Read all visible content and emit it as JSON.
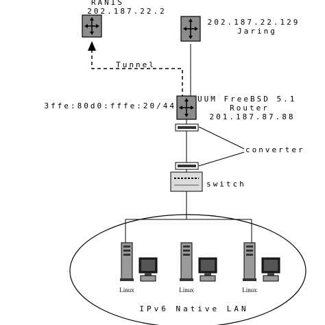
{
  "nodes": {
    "ranis": {
      "name": "RANIS",
      "ip": "202.187.22.2"
    },
    "jaring": {
      "ip": "202.187.22.129",
      "name": "Jaring"
    },
    "uum": {
      "name": "UUM FreeBSD 5.1",
      "role": "Router",
      "ip": "201.187.87.88",
      "ipv6_prefix": "3ffe:80d0:fffe:20/44"
    }
  },
  "links": {
    "tunnel": "Tunnel"
  },
  "devices": {
    "converter": "converter",
    "switch": "switch"
  },
  "lan": {
    "label": "IPv6 Native LAN",
    "hosts": [
      "Linux",
      "Linux",
      "Linux"
    ]
  }
}
